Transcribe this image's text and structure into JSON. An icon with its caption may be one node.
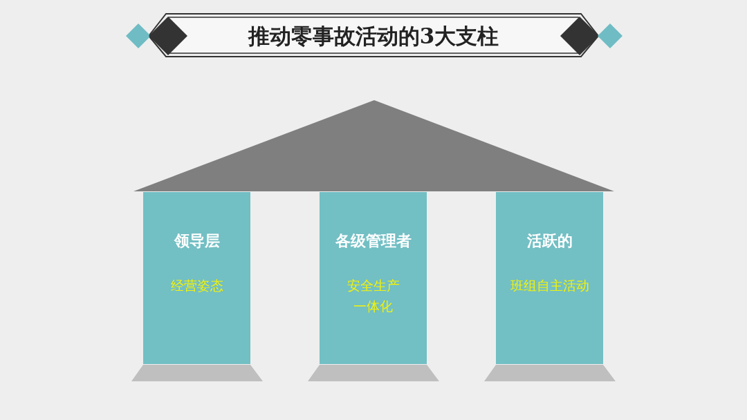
{
  "diagram": {
    "title": "推动零事故活动的3大支柱",
    "nodes": [
      {
        "text": [
          "领导层",
          "经营姿态"
        ]
      },
      {
        "text": [
          "各级管理者",
          "安全生产一体化"
        ]
      },
      {
        "text": [
          "活跃的",
          "班组自主活动"
        ]
      }
    ]
  }
}
